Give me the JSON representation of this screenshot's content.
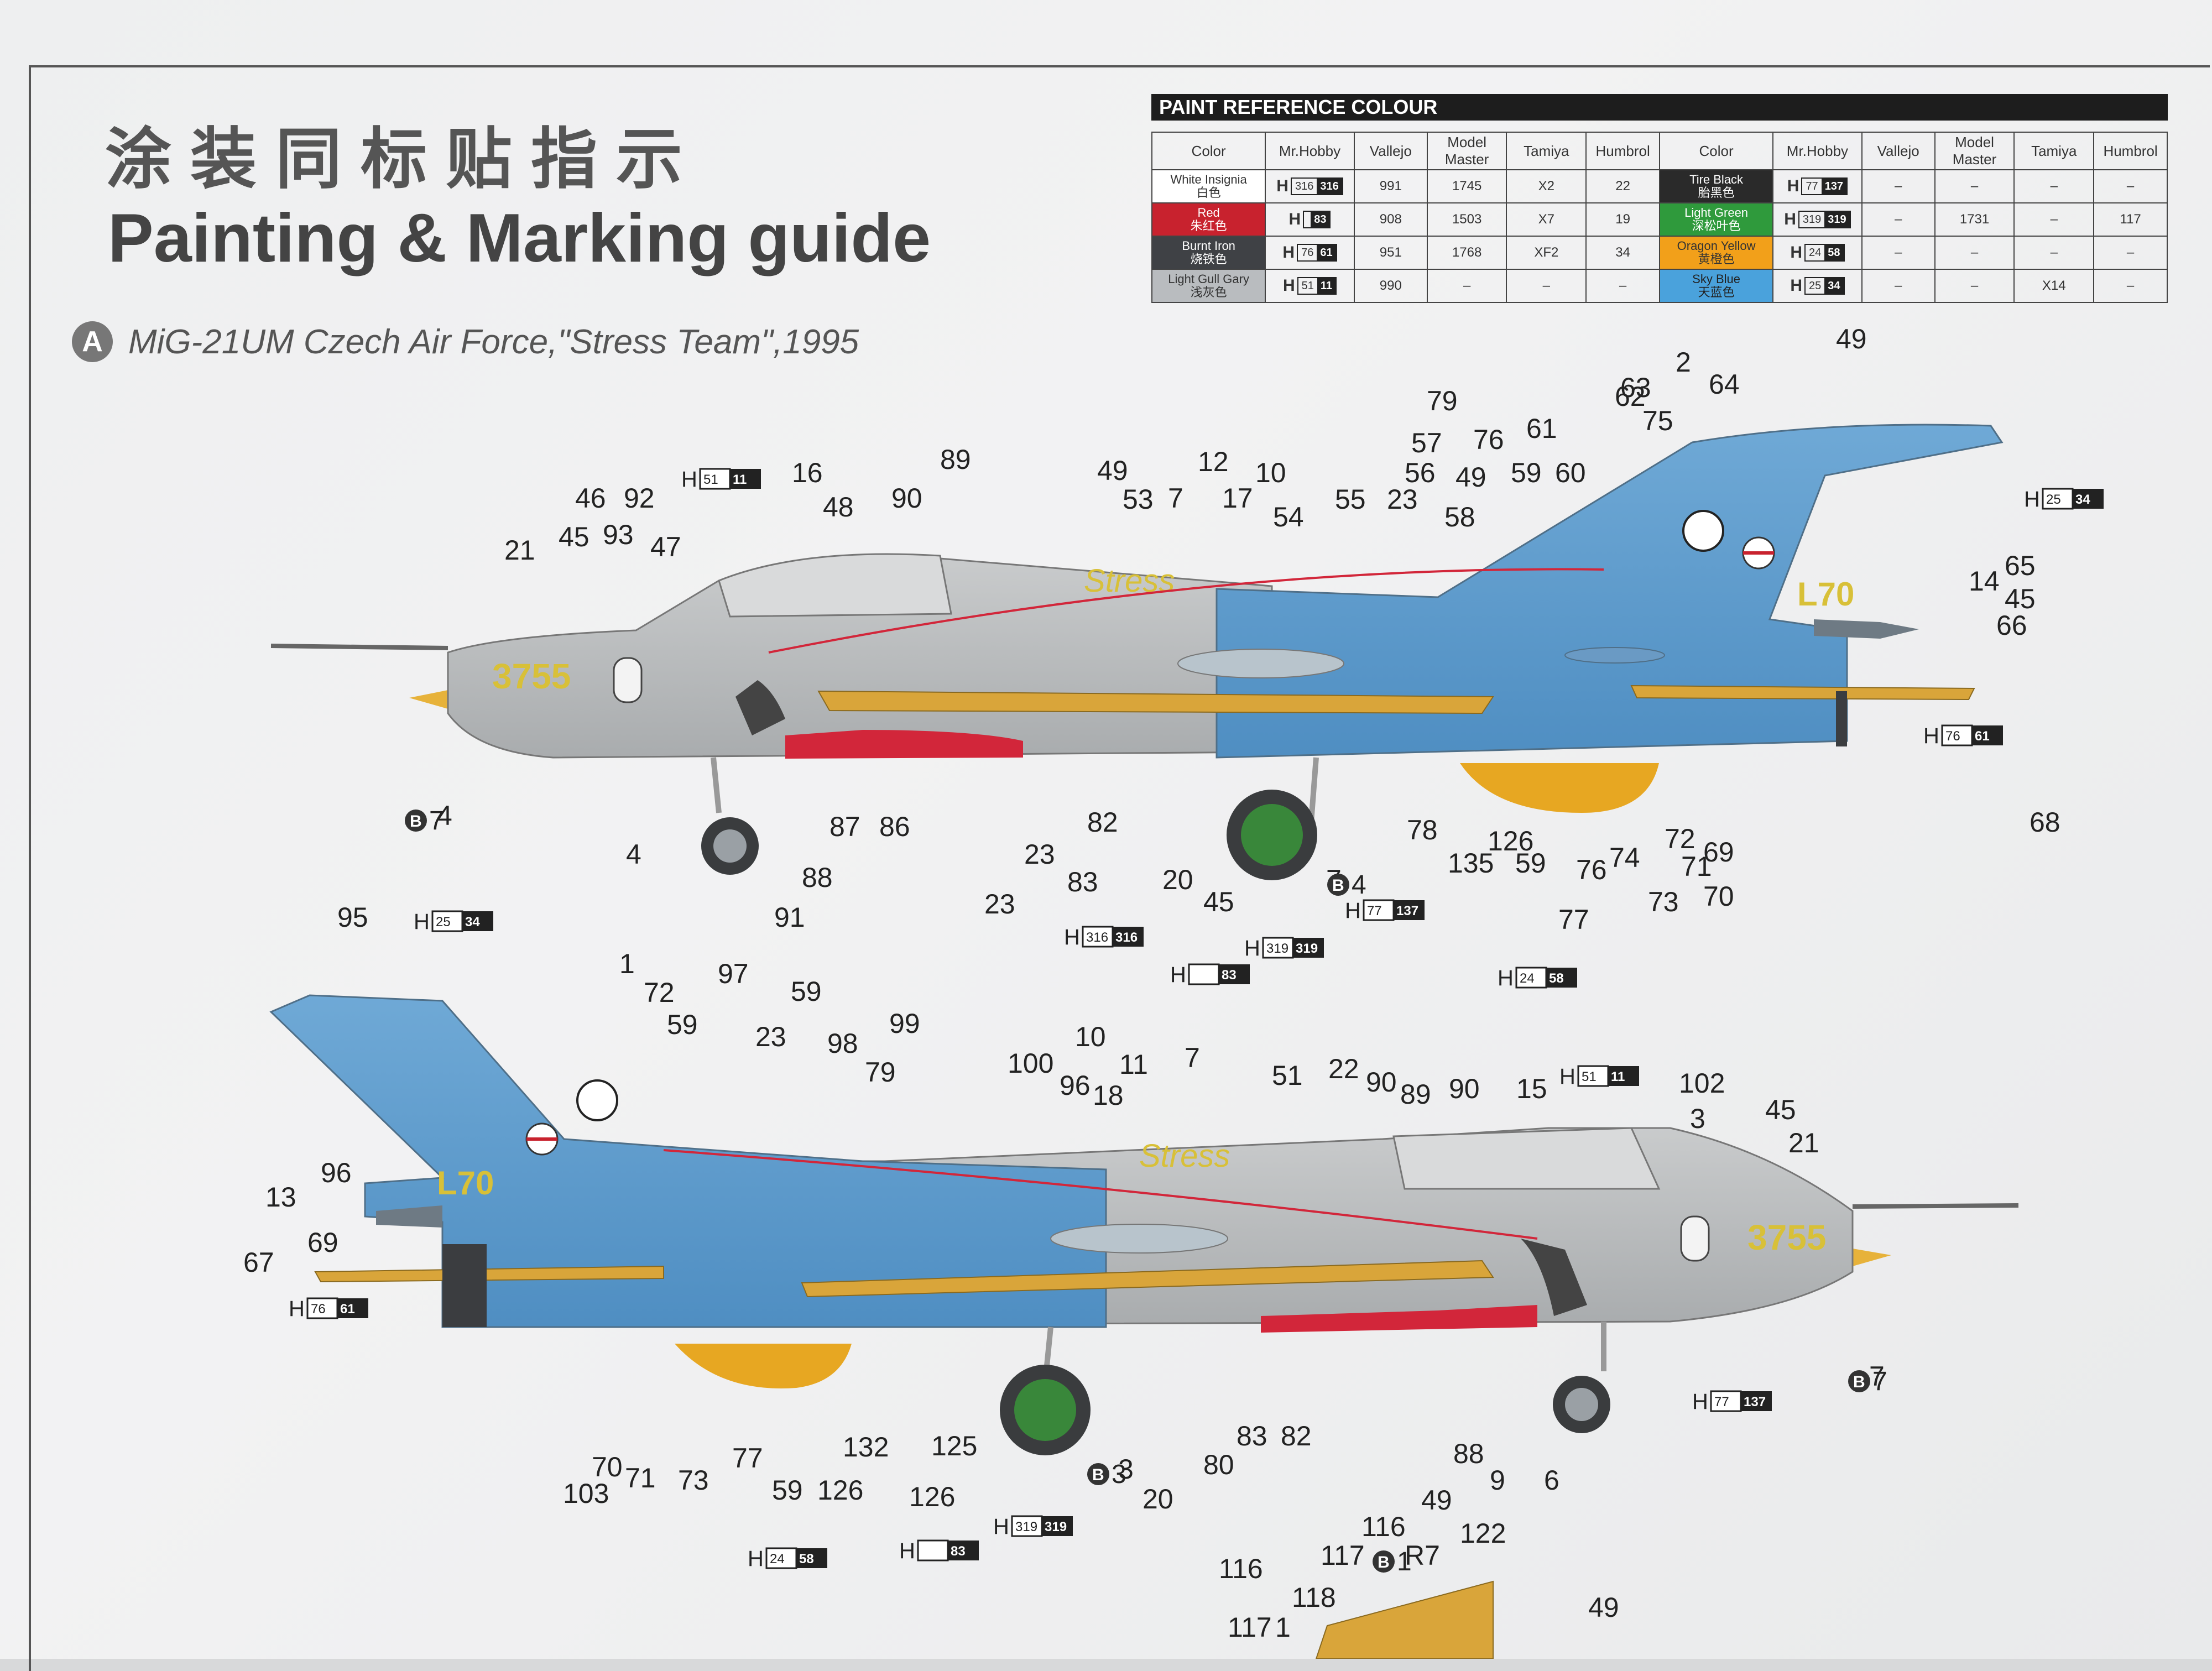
{
  "page": {
    "title_cn": "涂装同标贴指示",
    "title_en": "Painting & Marking guide",
    "scheme": {
      "badge": "A",
      "text": "MiG-21UM Czech Air Force,\"Stress Team\",1995"
    }
  },
  "paint_reference": {
    "header": "PAINT  REFERENCE COLOUR",
    "columns": [
      "Color",
      "Mr.Hobby",
      "Vallejo",
      "Model Master",
      "Tamiya",
      "Humbrol"
    ],
    "left": [
      {
        "name": "White Insignia",
        "cn": "白色",
        "bg": "#ffffff",
        "fg": "#333333",
        "h_a": "316",
        "h_b": "316",
        "vallejo": "991",
        "model_master": "1745",
        "tamiya": "X2",
        "humbrol": "22"
      },
      {
        "name": "Red",
        "cn": "朱红色",
        "bg": "#c8222e",
        "fg": "#ffffff",
        "h_a": "",
        "h_b": "83",
        "vallejo": "908",
        "model_master": "1503",
        "tamiya": "X7",
        "humbrol": "19"
      },
      {
        "name": "Burnt Iron",
        "cn": "烧铁色",
        "bg": "#3f4145",
        "fg": "#ffffff",
        "h_a": "76",
        "h_b": "61",
        "vallejo": "951",
        "model_master": "1768",
        "tamiya": "XF2",
        "humbrol": "34"
      },
      {
        "name": "Light Gull Gary",
        "cn": "浅灰色",
        "bg": "#b9bcbf",
        "fg": "#333333",
        "h_a": "51",
        "h_b": "11",
        "vallejo": "990",
        "model_master": "–",
        "tamiya": "–",
        "humbrol": "–"
      }
    ],
    "right": [
      {
        "name": "Tire Black",
        "cn": "胎黑色",
        "bg": "#2a2a2a",
        "fg": "#ffffff",
        "h_a": "77",
        "h_b": "137",
        "vallejo": "–",
        "model_master": "–",
        "tamiya": "–",
        "humbrol": "–"
      },
      {
        "name": "Light Green",
        "cn": "深松叶色",
        "bg": "#2f9a3c",
        "fg": "#ffffff",
        "h_a": "319",
        "h_b": "319",
        "vallejo": "–",
        "model_master": "1731",
        "tamiya": "–",
        "humbrol": "117"
      },
      {
        "name": "Oragon Yellow",
        "cn": "黄橙色",
        "bg": "#f2a01a",
        "fg": "#333333",
        "h_a": "24",
        "h_b": "58",
        "vallejo": "–",
        "model_master": "–",
        "tamiya": "–",
        "humbrol": "–"
      },
      {
        "name": "Sky Blue",
        "cn": "天蓝色",
        "bg": "#4aa2dc",
        "fg": "#222222",
        "h_a": "25",
        "h_b": "34",
        "vallejo": "–",
        "model_master": "–",
        "tamiya": "X14",
        "humbrol": "–"
      }
    ]
  },
  "markings": {
    "nose_number": "3755",
    "tail_code": "L70",
    "team_script": "Stress"
  },
  "callouts_top": [
    "49",
    "2",
    "64",
    "79",
    "62",
    "63",
    "75",
    "57",
    "76",
    "61",
    "56",
    "49",
    "59",
    "60",
    "12",
    "10",
    "49",
    "53",
    "7",
    "17",
    "23",
    "58",
    "54",
    "55",
    "89",
    "16",
    "48",
    "90",
    "46",
    "92",
    "93",
    "47",
    "45",
    "21",
    "65",
    "14",
    "45",
    "66",
    "68",
    "72",
    "71",
    "69",
    "70",
    "74",
    "76",
    "126",
    "59",
    "135",
    "78",
    "77",
    "73",
    "20",
    "45",
    "82",
    "83",
    "23",
    "23",
    "87",
    "86",
    "88",
    "91",
    "4",
    "7",
    "4"
  ],
  "callouts_bottom": [
    "95",
    "1",
    "72",
    "97",
    "59",
    "59",
    "23",
    "98",
    "99",
    "79",
    "100",
    "10",
    "96",
    "18",
    "11",
    "7",
    "51",
    "22",
    "90",
    "89",
    "90",
    "15",
    "102",
    "3",
    "45",
    "21",
    "96",
    "13",
    "69",
    "67",
    "103",
    "70",
    "71",
    "73",
    "77",
    "59",
    "126",
    "132",
    "126",
    "125",
    "3",
    "20",
    "80",
    "83",
    "82",
    "88",
    "9",
    "6",
    "7",
    "116",
    "117",
    "116",
    "118",
    "117",
    "1",
    "R7",
    "49",
    "122",
    "49"
  ],
  "paint_callouts": {
    "top_canopy": {
      "a": "51",
      "b": "11"
    },
    "top_tail": {
      "a": "25",
      "b": "34"
    },
    "top_exhaust": {
      "a": "76",
      "b": "61"
    },
    "top_white": {
      "a": "316",
      "b": "316"
    },
    "top_green": {
      "a": "319",
      "b": "319"
    },
    "top_tire": {
      "a": "77",
      "b": "137"
    },
    "top_red": {
      "a": "",
      "b": "83"
    },
    "top_yellow": {
      "a": "24",
      "b": "58"
    },
    "bot_tail": {
      "a": "25",
      "b": "34"
    },
    "bot_exhaust": {
      "a": "76",
      "b": "61"
    },
    "bot_canopy": {
      "a": "51",
      "b": "11"
    },
    "bot_tire": {
      "a": "77",
      "b": "137"
    },
    "bot_green": {
      "a": "319",
      "b": "319"
    },
    "bot_yellow": {
      "a": "24",
      "b": "58"
    },
    "bot_red": {
      "a": "",
      "b": "83"
    }
  },
  "decal_refs": {
    "top_nose": {
      "letter": "B",
      "num": "7"
    },
    "top_gear": {
      "letter": "B",
      "num": "4"
    },
    "bot_gear": {
      "letter": "B",
      "num": "3"
    },
    "bot_nose": {
      "letter": "B",
      "num": "7"
    },
    "bot_tail": {
      "letter": "B",
      "num": "1"
    }
  }
}
